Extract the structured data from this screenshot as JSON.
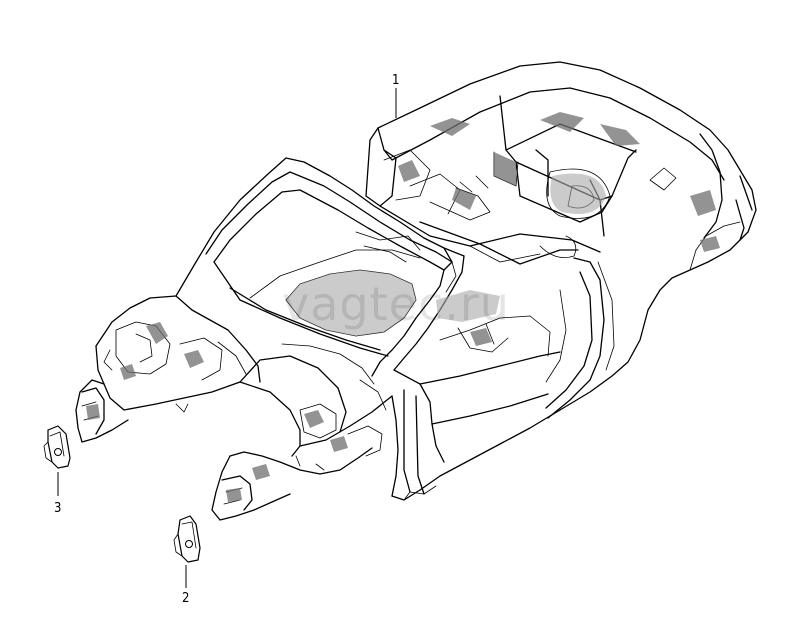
{
  "diagram": {
    "watermark": "vagtec.ru",
    "parts": [
      {
        "id": "body-shell",
        "callout": "1"
      },
      {
        "id": "bracket-right",
        "callout": "2"
      },
      {
        "id": "bracket-left",
        "callout": "3"
      }
    ]
  }
}
